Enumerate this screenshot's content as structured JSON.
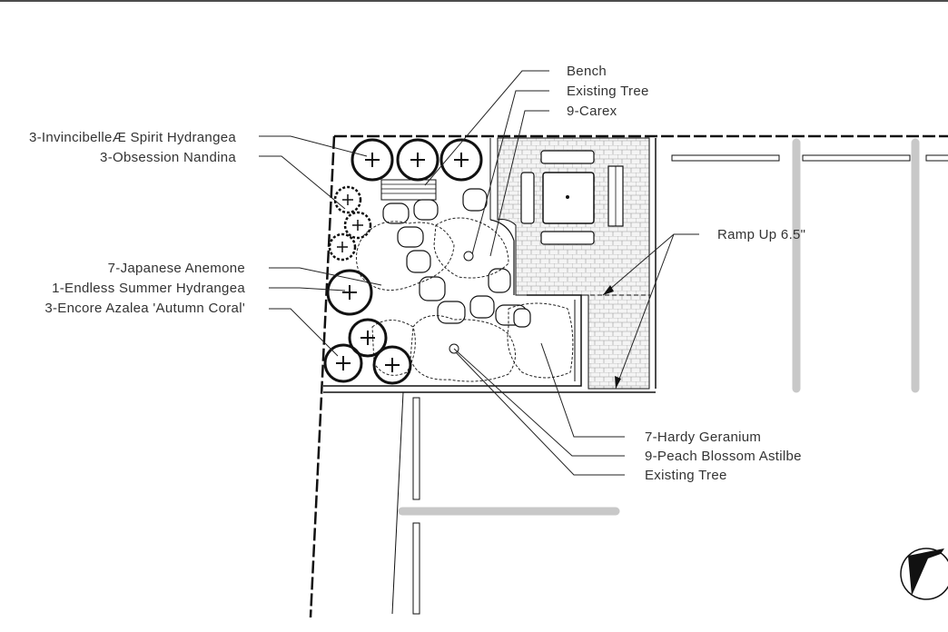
{
  "labels": {
    "bench": "Bench",
    "existing_tree_top": "Existing Tree",
    "carex": "9-Carex",
    "hydrangea_spirit": "3-InvincibelleÆ Spirit Hydrangea",
    "nandina": "3-Obsession Nandina",
    "anemone": "7-Japanese Anemone",
    "endless_summer": "1-Endless Summer Hydrangea",
    "azalea": "3-Encore Azalea 'Autumn Coral'",
    "ramp": "Ramp Up 6.5\"",
    "geranium": "7-Hardy Geranium",
    "astilbe": "9-Peach Blossom Astilbe",
    "existing_tree_bottom": "Existing Tree"
  },
  "colors": {
    "ink": "#111111",
    "paving_fill": "#e8e8e8",
    "parking_stripe": "#c8c8c8",
    "label_text": "#333333"
  },
  "icons": {
    "north_arrow": "north-arrow-icon"
  }
}
